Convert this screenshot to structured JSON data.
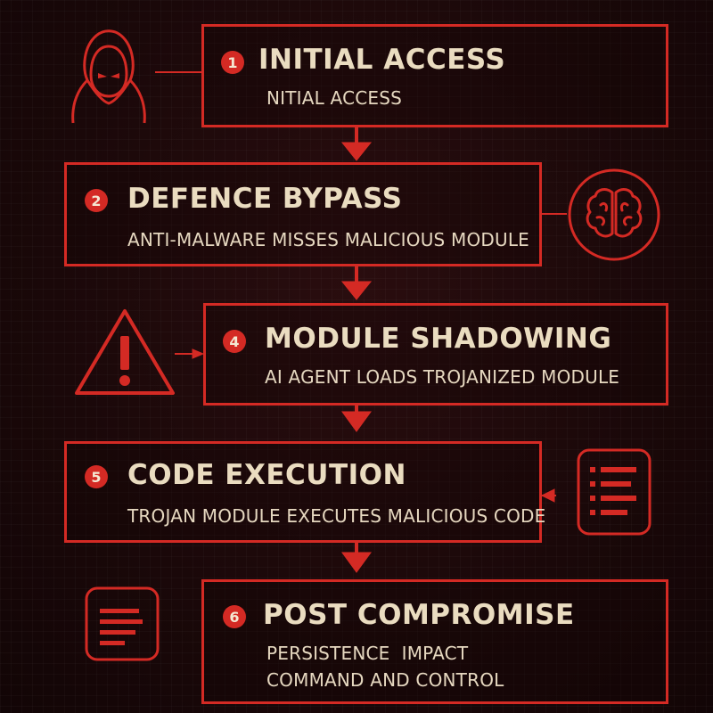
{
  "steps": [
    {
      "number": "1",
      "title": "INITIAL ACCESS",
      "lines": [
        "NITIAL ACCESS"
      ]
    },
    {
      "number": "2",
      "title": "DEFENCE BYPASS",
      "lines": [
        "ANTI-MALWARE MISSES MALICIOUS MODULE"
      ]
    },
    {
      "number": "4",
      "title": "MODULE SHADOWING",
      "lines": [
        "AI AGENT LOADS TROJANIZED MODULE"
      ]
    },
    {
      "number": "5",
      "title": "CODE EXECUTION",
      "lines": [
        "TROJAN MODULE EXECUTES MALICIOUS CODE"
      ]
    },
    {
      "number": "6",
      "title": "POST COMPROMISE",
      "lines": [
        "PERSISTENCE  IMPACT",
        "COMMAND AND CONTROL"
      ]
    }
  ],
  "colors": {
    "accent": "#d42a24",
    "text": "#eadcc0",
    "background": "#1a0809"
  },
  "icons": [
    "hooded-hacker-icon",
    "brain-icon",
    "warning-triangle-icon",
    "code-list-icon",
    "document-icon"
  ]
}
